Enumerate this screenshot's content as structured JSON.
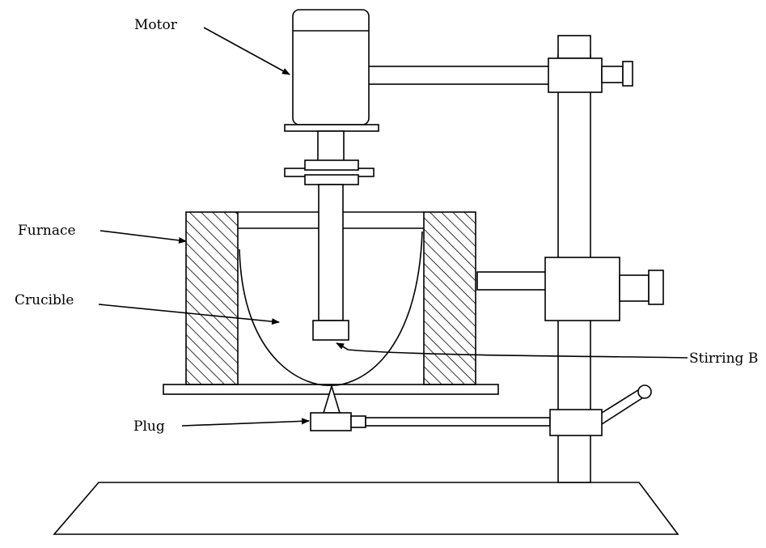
{
  "labels": {
    "motor": "Motor",
    "furnace": "Furnace",
    "crucible": "Crucible",
    "stirring": "Stirring B",
    "plug": "Plug"
  },
  "colors": {
    "stroke": "#000000",
    "background": "#ffffff"
  }
}
